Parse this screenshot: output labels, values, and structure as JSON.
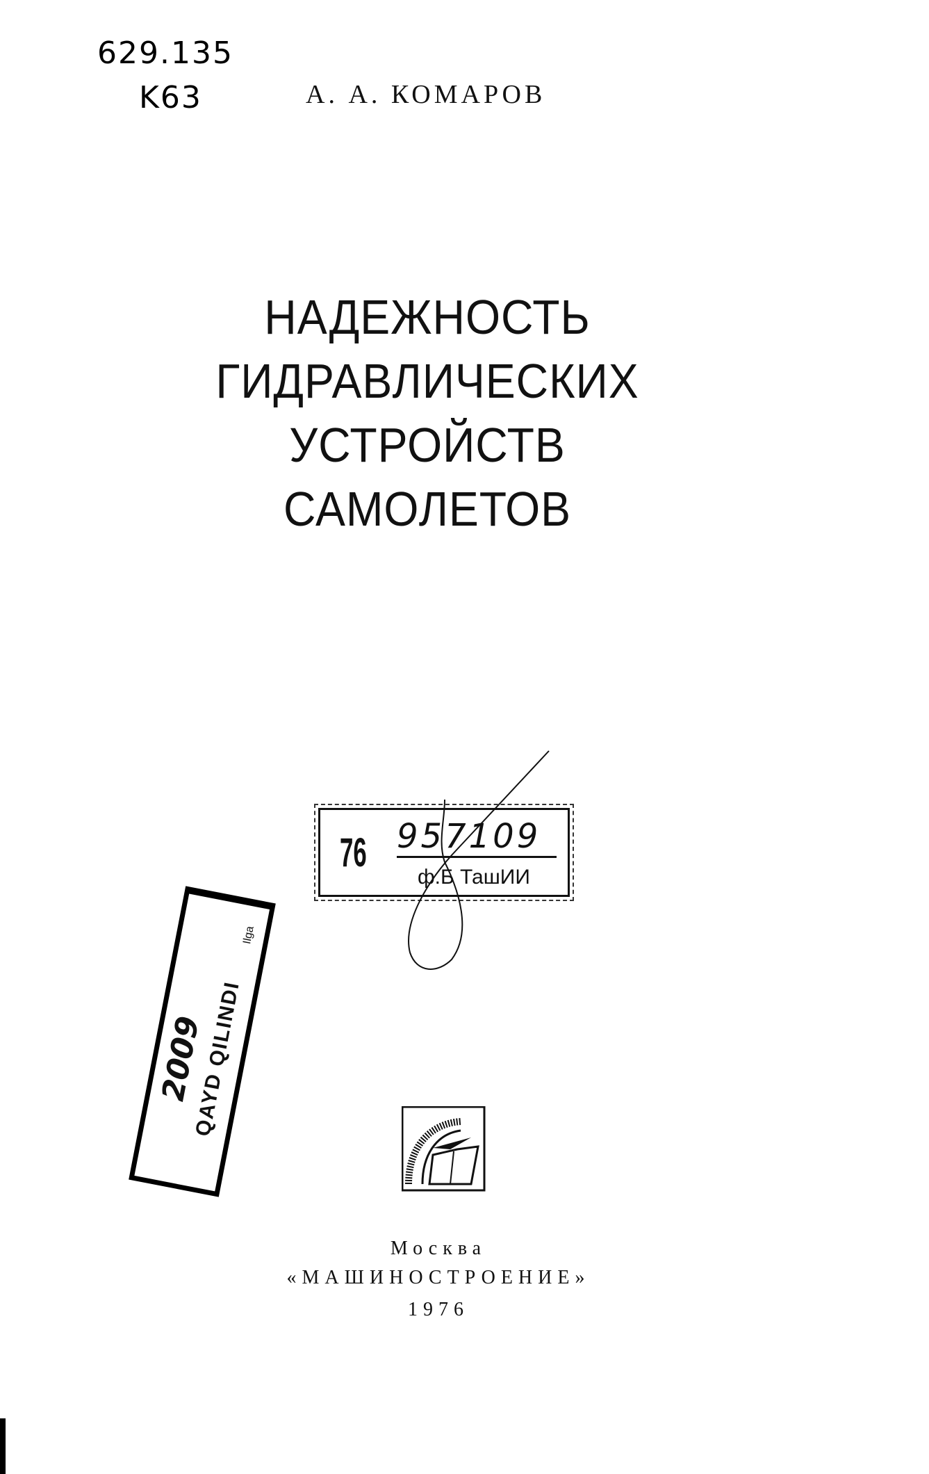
{
  "handwritten": {
    "udc": "629.135",
    "code": "K63"
  },
  "author": "А. А. КОМАРОВ",
  "title_lines": [
    "НАДЕЖНОСТЬ",
    "ГИДРАВЛИЧЕСКИХ",
    "УСТРОЙСТВ",
    "САМОЛЕТОВ"
  ],
  "library_stamp": {
    "code": "76",
    "number": "957109",
    "library": "ф.Б ТашИИ"
  },
  "check_stamp": {
    "text": "QAYD QILINDI",
    "signature": "2009",
    "small": "Ilgа"
  },
  "imprint": {
    "city": "Москва",
    "publisher": "«МАШИНОСТРОЕНИЕ»",
    "year": "1976"
  }
}
